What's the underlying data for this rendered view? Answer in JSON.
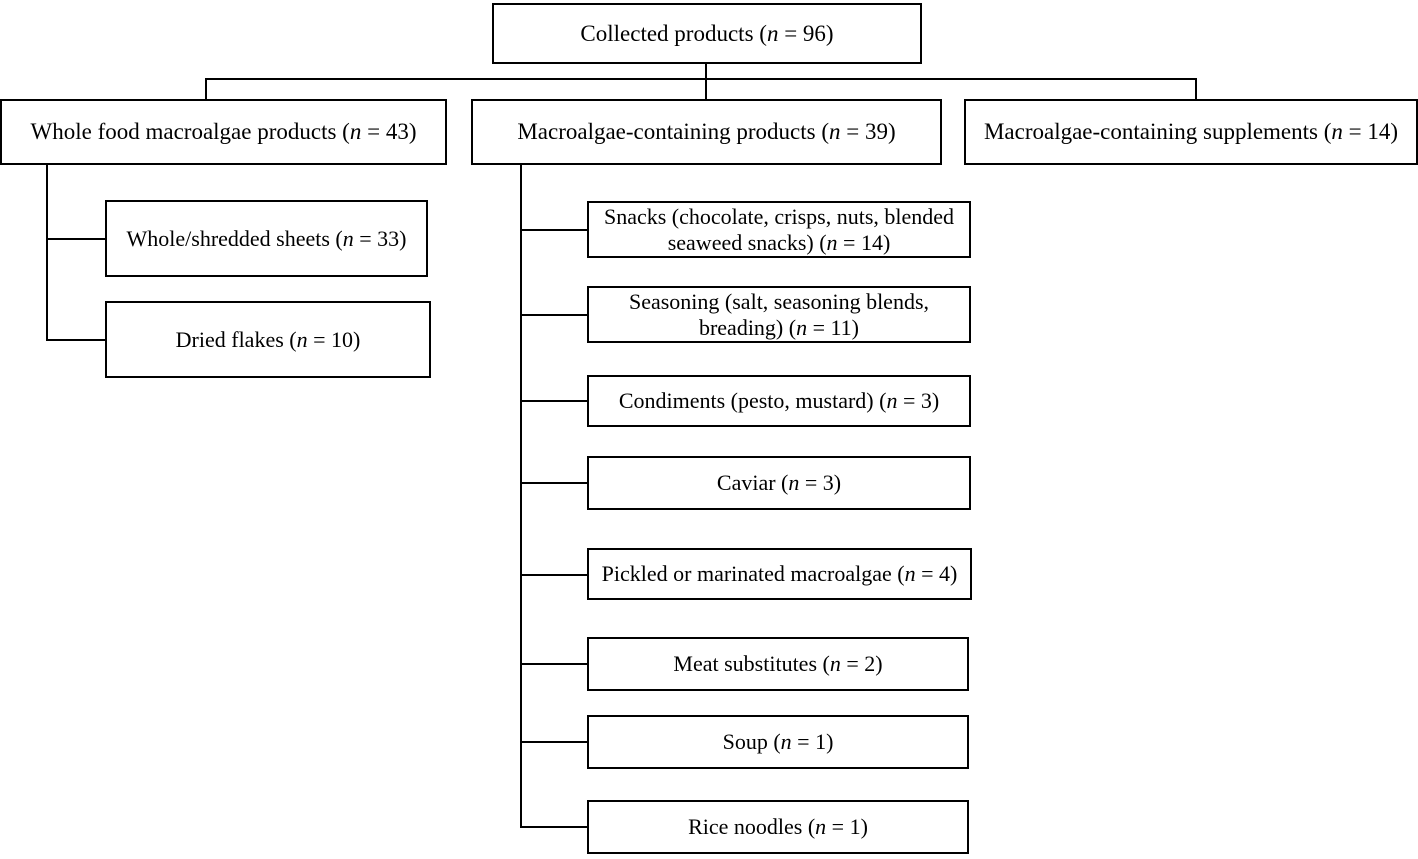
{
  "figure": {
    "type": "flowchart",
    "orientation": "top-down",
    "title": "",
    "line_color": "#000000",
    "box_border_color": "#000000",
    "box_fill_color": "#ffffff",
    "background_color": "#ffffff"
  },
  "root": {
    "label": "Collected products (n = 96)",
    "name": "Collected products",
    "n": 96
  },
  "level2": [
    {
      "label": "Whole food macroalgae products (n = 43)",
      "name": "Whole food macroalgae products",
      "n": 43
    },
    {
      "label": "Macroalgae-containing products (n = 39)",
      "name": "Macroalgae-containing products",
      "n": 39
    },
    {
      "label": "Macroalgae-containing supplements (n = 14)",
      "name": "Macroalgae-containing supplements",
      "n": 14
    }
  ],
  "whole_food_children": [
    {
      "label": "Whole/shredded sheets (n = 33)",
      "name": "Whole/shredded sheets",
      "n": 33
    },
    {
      "label": "Dried flakes (n = 10)",
      "name": "Dried flakes",
      "n": 10
    }
  ],
  "containing_products_children": [
    {
      "label": "Snacks (chocolate, crisps, nuts, blended\nseaweed snacks) (n = 14)",
      "name": "Snacks (chocolate, crisps, nuts, blended seaweed snacks)",
      "n": 14
    },
    {
      "label": "Seasoning (salt, seasoning blends,\nbreading) (n = 11)",
      "name": "Seasoning (salt, seasoning blends, breading)",
      "n": 11
    },
    {
      "label": "Condiments (pesto, mustard) (n = 3)",
      "name": "Condiments (pesto, mustard)",
      "n": 3
    },
    {
      "label": "Caviar (n = 3)",
      "name": "Caviar",
      "n": 3
    },
    {
      "label": "Pickled or marinated macroalgae (n = 4)",
      "name": "Pickled or marinated macroalgae",
      "n": 4
    },
    {
      "label": "Meat substitutes (n = 2)",
      "name": "Meat substitutes",
      "n": 2
    },
    {
      "label": "Soup (n = 1)",
      "name": "Soup",
      "n": 1
    },
    {
      "label": "Rice noodles (n = 1)",
      "name": "Rice noodles",
      "n": 1
    }
  ]
}
